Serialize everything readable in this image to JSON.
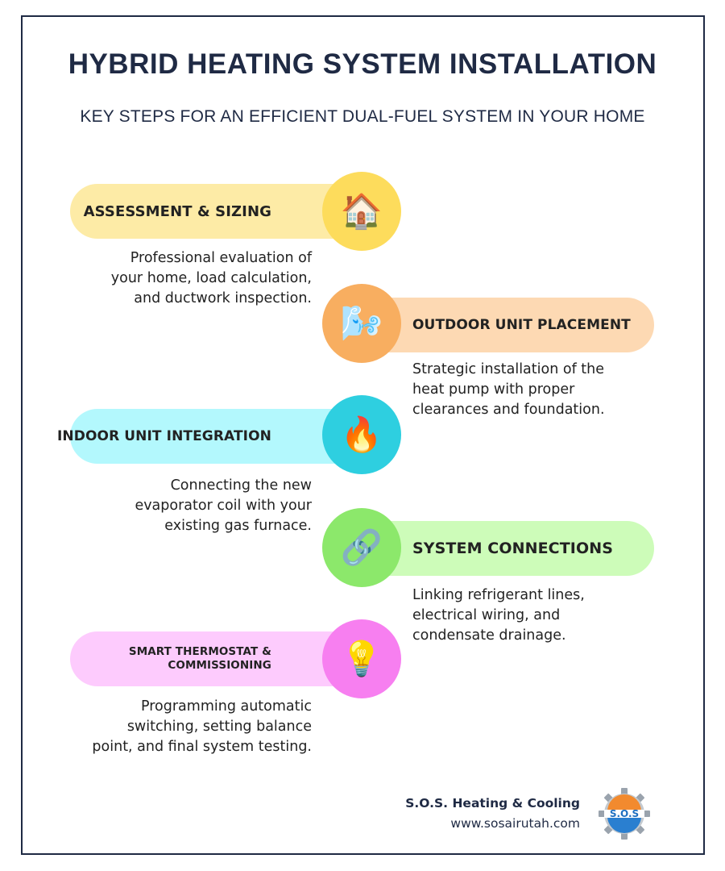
{
  "header": {
    "title": "HYBRID HEATING SYSTEM INSTALLATION",
    "subtitle": "KEY STEPS FOR AN EFFICIENT DUAL-FUEL SYSTEM IN YOUR HOME"
  },
  "steps": [
    {
      "label": "ASSESSMENT & SIZING",
      "icon": "house-icon",
      "emoji": "🏠",
      "side": "left",
      "pill_color": "#fdeba6",
      "circle_color": "#fddc5c",
      "description_lines": [
        "Professional evaluation of",
        "your home, load calculation,",
        "and ductwork inspection."
      ]
    },
    {
      "label": "OUTDOOR UNIT PLACEMENT",
      "icon": "wind-face-icon",
      "emoji": "🌬️",
      "side": "right",
      "pill_color": "#fdd9b3",
      "circle_color": "#f8ae60",
      "description_lines": [
        "Strategic installation of the",
        "heat pump with proper",
        "clearances and foundation."
      ]
    },
    {
      "label": "INDOOR UNIT INTEGRATION",
      "icon": "fire-icon",
      "emoji": "🔥",
      "side": "left",
      "pill_color": "#b3f8fd",
      "circle_color": "#2ecfe0",
      "description_lines": [
        "Connecting the new",
        "evaporator coil with your",
        "existing gas furnace."
      ]
    },
    {
      "label": "SYSTEM CONNECTIONS",
      "icon": "chain-link-icon",
      "emoji": "🔗",
      "side": "right",
      "pill_color": "#cdfcb9",
      "circle_color": "#8ce86b",
      "description_lines": [
        "Linking refrigerant lines,",
        "electrical wiring, and",
        "condensate drainage."
      ]
    },
    {
      "label": "SMART THERMOSTAT & COMMISSIONING",
      "icon": "light-bulb-icon",
      "emoji": "💡",
      "side": "left",
      "pill_color": "#fdcbfd",
      "circle_color": "#f77ff0",
      "description_lines": [
        "Programming automatic",
        "switching, setting balance",
        "point, and final system testing."
      ]
    }
  ],
  "footer": {
    "company": "S.O.S. Heating & Cooling",
    "website": "www.sosairutah.com",
    "logo_text": "S.O.S"
  },
  "colors": {
    "frame": "#1f2a44",
    "title": "#1f2a44",
    "body_text": "#222222"
  }
}
